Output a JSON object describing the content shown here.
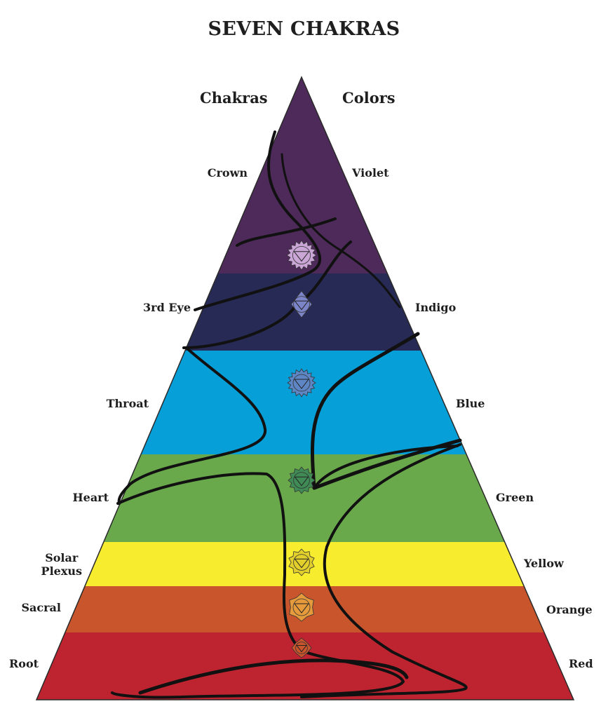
{
  "title": "SEVEN CHAKRAS",
  "headers": {
    "chakras": "Chakras",
    "colors": "Colors"
  },
  "levels": [
    {
      "chakra": "Crown",
      "color_name": "Violet",
      "fill": "#4e2a5a",
      "symbol_color": "#c9a6d6"
    },
    {
      "chakra": "3rd Eye",
      "color_name": "Indigo",
      "fill": "#262a55",
      "symbol_color": "#7c84c8"
    },
    {
      "chakra": "Throat",
      "color_name": "Blue",
      "fill": "#079fd8",
      "symbol_color": "#5f86c4"
    },
    {
      "chakra": "Heart",
      "color_name": "Green",
      "fill": "#69a84b",
      "symbol_color": "#3f8a55"
    },
    {
      "chakra": "Solar\nPlexus",
      "color_name": "Yellow",
      "fill": "#f7ec2d",
      "symbol_color": "#e2cf2c"
    },
    {
      "chakra": "Sacral",
      "color_name": "Orange",
      "fill": "#c9552c",
      "symbol_color": "#e59a3c"
    },
    {
      "chakra": "Root",
      "color_name": "Red",
      "fill": "#bd2430",
      "symbol_color": "#c9552c"
    }
  ]
}
